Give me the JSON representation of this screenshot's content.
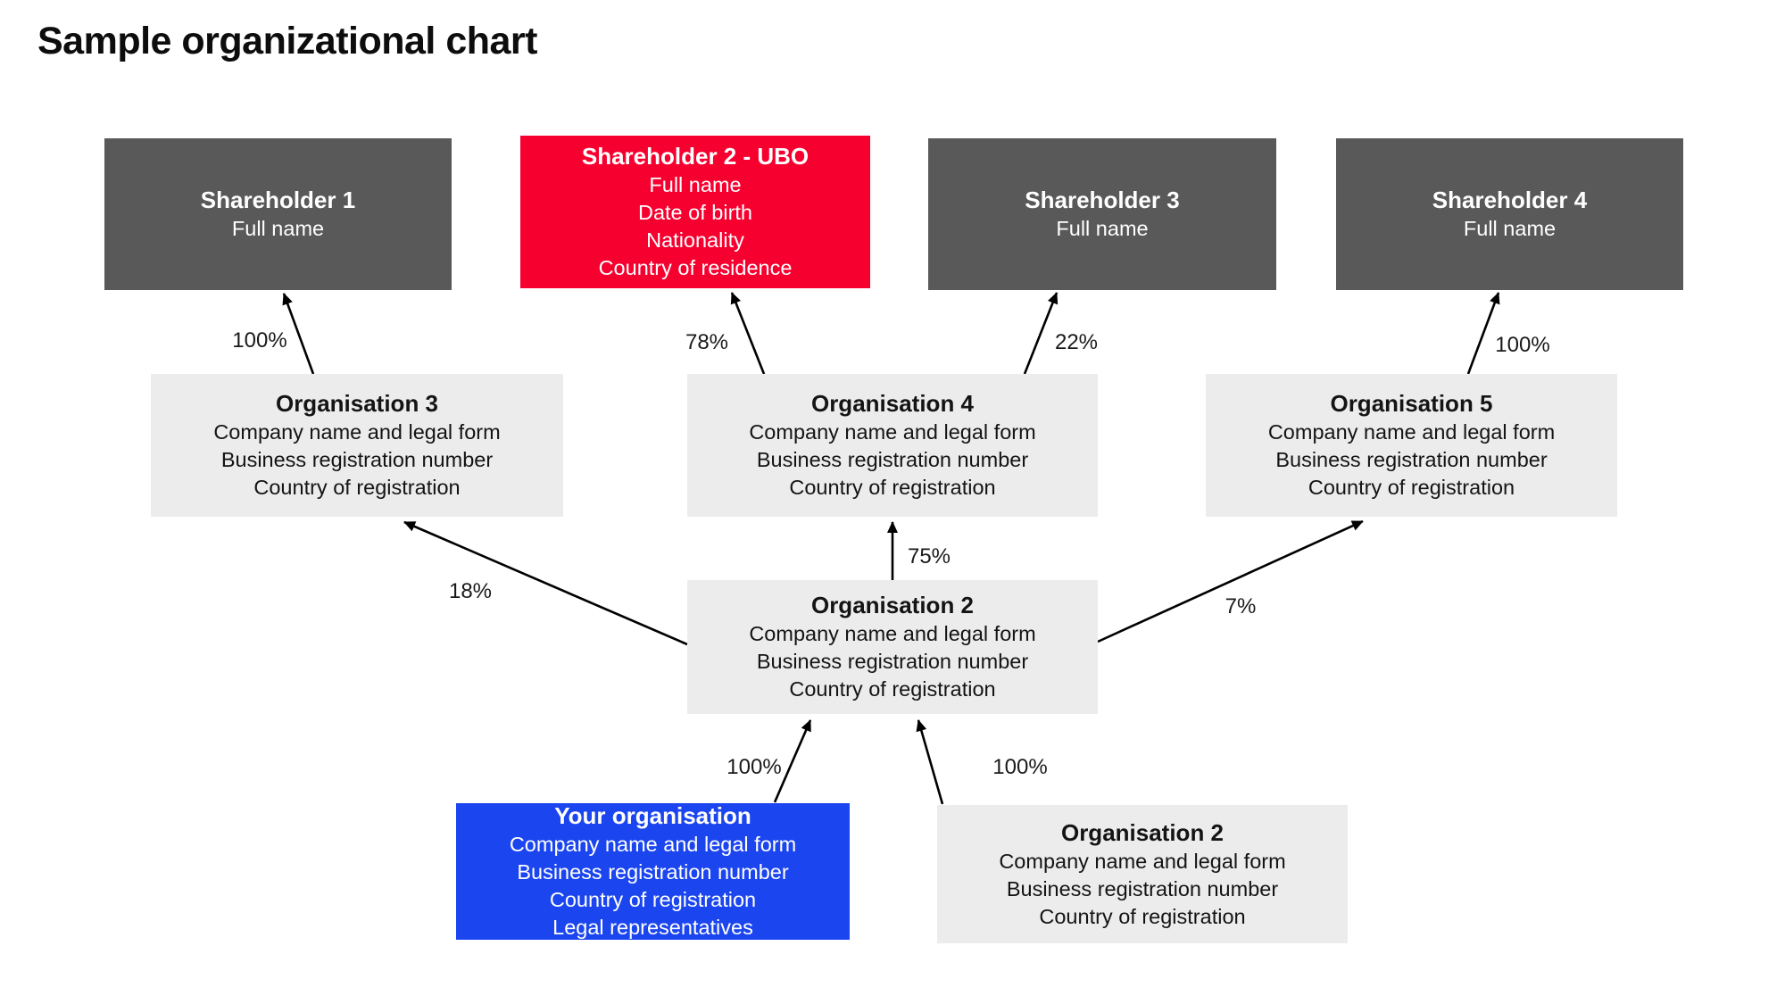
{
  "title": "Sample organizational chart",
  "colors": {
    "shareholder_box": "#595959",
    "ubo_box": "#F6002F",
    "organisation_box": "#ECECEC",
    "your_organisation_box": "#1B45EE",
    "arrow": "#000000",
    "background": "#FFFFFF"
  },
  "nodes": [
    {
      "id": "shareholder-1",
      "title": "Shareholder 1",
      "lines": [
        "Full name"
      ]
    },
    {
      "id": "shareholder-2-ubo",
      "title": "Shareholder 2 - UBO",
      "lines": [
        "Full name",
        "Date of birth",
        "Nationality",
        "Country of residence"
      ]
    },
    {
      "id": "shareholder-3",
      "title": "Shareholder 3",
      "lines": [
        "Full name"
      ]
    },
    {
      "id": "shareholder-4",
      "title": "Shareholder 4",
      "lines": [
        "Full name"
      ]
    },
    {
      "id": "organisation-3",
      "title": "Organisation 3",
      "lines": [
        "Company name and legal form",
        "Business registration number",
        "Country of registration"
      ]
    },
    {
      "id": "organisation-4",
      "title": "Organisation 4",
      "lines": [
        "Company name and legal form",
        "Business registration number",
        "Country of registration"
      ]
    },
    {
      "id": "organisation-5",
      "title": "Organisation 5",
      "lines": [
        "Company name and legal form",
        "Business registration number",
        "Country of registration"
      ]
    },
    {
      "id": "organisation-2",
      "title": "Organisation 2",
      "lines": [
        "Company name and legal form",
        "Business registration number",
        "Country of registration"
      ]
    },
    {
      "id": "your-organisation",
      "title": "Your organisation",
      "lines": [
        "Company name and legal form",
        "Business registration number",
        "Country of registration",
        "Legal representatives"
      ]
    },
    {
      "id": "organisation-2-duplicate",
      "title": "Organisation 2",
      "lines": [
        "Company name and legal form",
        "Business registration number",
        "Country of registration"
      ]
    }
  ],
  "edges": [
    {
      "from": "organisation-3",
      "to": "shareholder-1",
      "label": "100%"
    },
    {
      "from": "organisation-4",
      "to": "shareholder-2-ubo",
      "label": "78%"
    },
    {
      "from": "organisation-4",
      "to": "shareholder-3",
      "label": "22%"
    },
    {
      "from": "organisation-5",
      "to": "shareholder-4",
      "label": "100%"
    },
    {
      "from": "organisation-2",
      "to": "organisation-3",
      "label": "18%"
    },
    {
      "from": "organisation-2",
      "to": "organisation-4",
      "label": "75%"
    },
    {
      "from": "organisation-2",
      "to": "organisation-5",
      "label": "7%"
    },
    {
      "from": "your-organisation",
      "to": "organisation-2",
      "label": "100%"
    },
    {
      "from": "organisation-2-duplicate",
      "to": "organisation-2",
      "label": "100%"
    }
  ]
}
